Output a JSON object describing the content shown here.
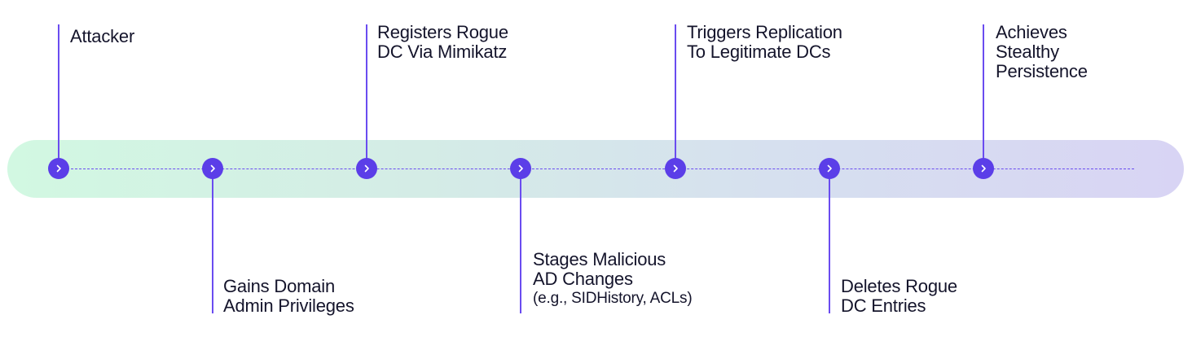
{
  "steps": [
    {
      "lines": [
        "Attacker"
      ]
    },
    {
      "lines": [
        "Gains Domain",
        "Admin Privileges"
      ]
    },
    {
      "lines": [
        "Registers Rogue",
        "DC Via Mimikatz"
      ]
    },
    {
      "lines": [
        "Stages Malicious",
        "AD Changes",
        "(e.g., SIDHistory, ACLs)"
      ]
    },
    {
      "lines": [
        "Triggers Replication",
        "To Legitimate DCs"
      ]
    },
    {
      "lines": [
        "Deletes Rogue",
        "DC Entries"
      ]
    },
    {
      "lines": [
        "Achieves",
        "Stealthy",
        "Persistence"
      ]
    }
  ],
  "node_icon": "chevron-right-icon",
  "colors": {
    "accent": "#5b3ee8",
    "track_start": "#d2f8e2",
    "track_end": "#d8d4f4",
    "text": "#14142b"
  }
}
